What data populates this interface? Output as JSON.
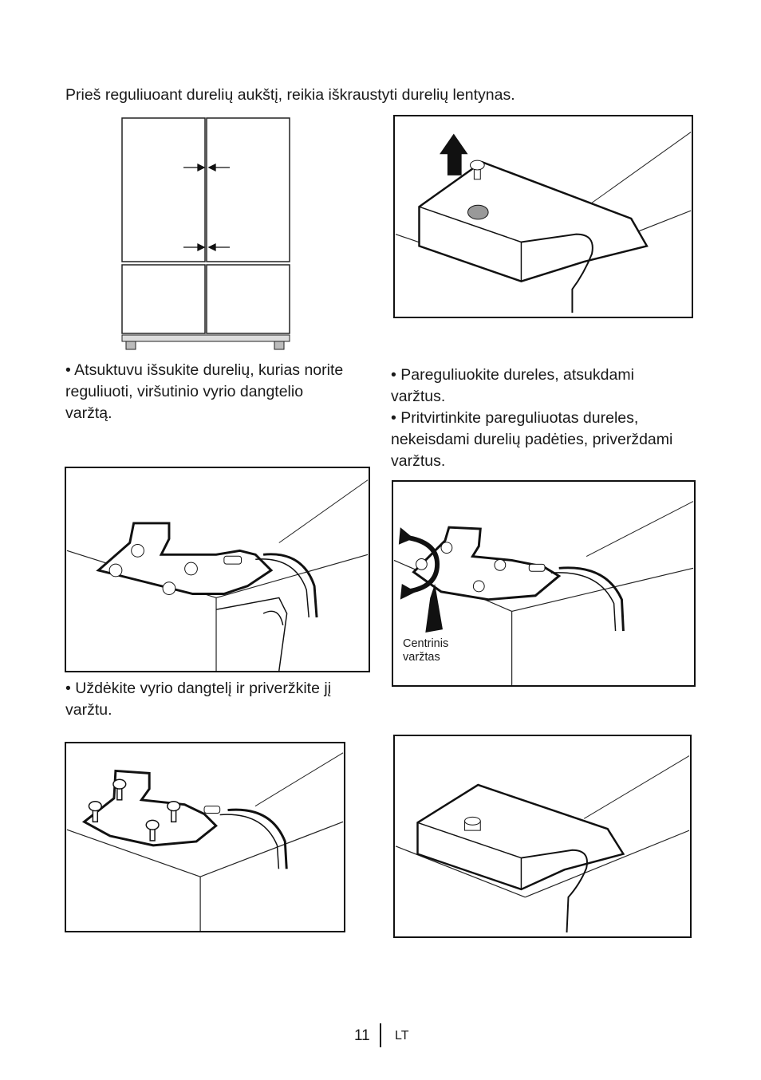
{
  "intro_text": "Prieš reguliuoant durelių aukštį, reikia iškraustyti durelių lentynas.",
  "step1": {
    "text": "• Atsuktuvu išsukite durelių, kurias norite reguliuoti, viršutinio vyrio dangtelio varžtą."
  },
  "step2": {
    "text": "• Uždėkite vyrio dangtelį ir priveržkite jį varžtu."
  },
  "step3": {
    "line1": "• Pareguliuokite dureles, atsukdami varžtus.",
    "line2": "• Pritvirtinkite pareguliuotas dureles, nekeisdami durelių padėties, priverždami varžtus."
  },
  "callout": {
    "line1": "Centrinis",
    "line2": "varžtas"
  },
  "footer": {
    "page_number": "11",
    "language": "LT"
  }
}
